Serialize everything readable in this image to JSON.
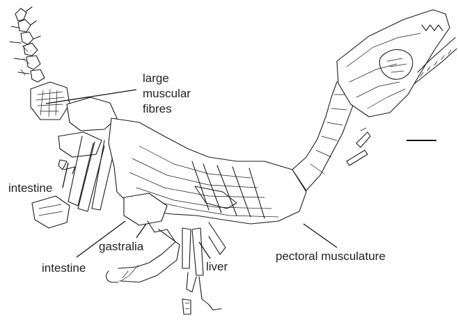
{
  "labels": {
    "fibres": [
      "large",
      "muscular",
      "fibres"
    ],
    "intestine_upper": "intestine",
    "gastralia": "gastralia",
    "intestine_lower": "intestine",
    "liver": "liver",
    "pectoral": "pectoral musculature"
  }
}
